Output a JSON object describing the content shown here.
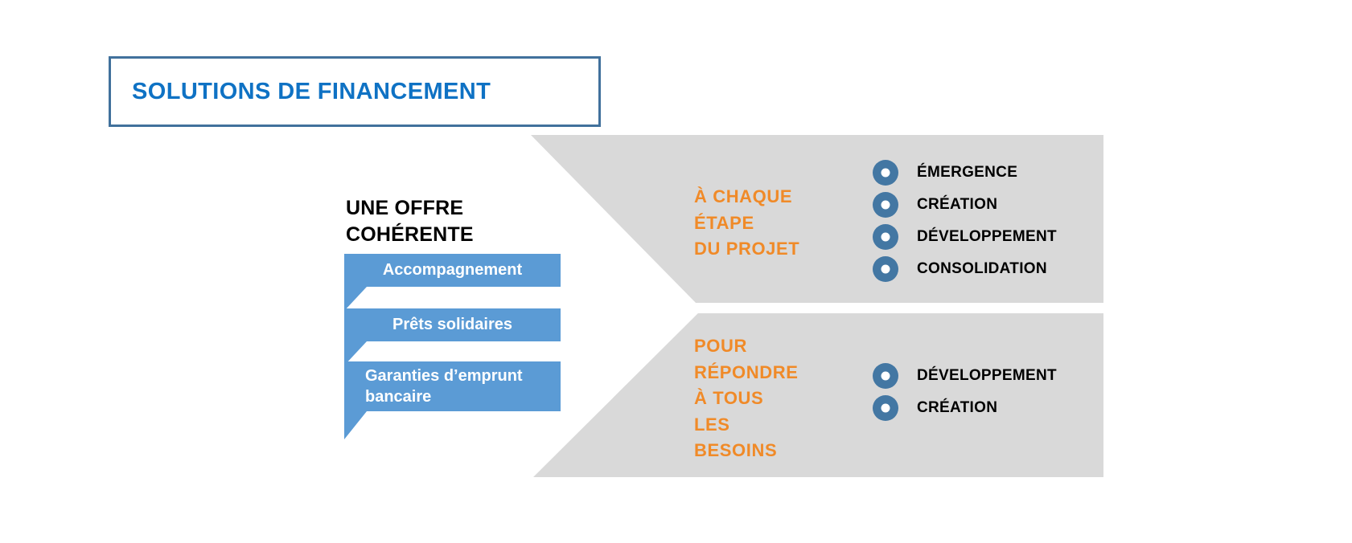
{
  "title_box": {
    "label": "SOLUTIONS DE FINANCEMENT"
  },
  "offer": {
    "heading_lines": [
      "UNE OFFRE",
      "COHÉRENTE"
    ],
    "ribbons": [
      {
        "label": "Accompagnement"
      },
      {
        "label": "Prêts solidaires"
      },
      {
        "label": "Garanties d’emprunt bancaire"
      }
    ]
  },
  "stage_panel": {
    "heading_lines": [
      "À CHAQUE",
      "ÉTAPE",
      "DU PROJET"
    ],
    "items": [
      "ÉMERGENCE",
      "CRÉATION",
      "DÉVELOPPEMENT",
      "CONSOLIDATION"
    ]
  },
  "needs_panel": {
    "heading_lines": [
      "POUR",
      "RÉPONDRE",
      "À TOUS",
      "LES",
      "BESOINS"
    ],
    "items": [
      "DÉVELOPPEMENT",
      "CRÉATION"
    ]
  },
  "colors": {
    "title_blue": "#0F72C4",
    "box_border_blue": "#41719C",
    "ribbon_blue": "#5B9BD5",
    "bullet_blue": "#4377A3",
    "panel_gray": "#D9D9D9",
    "accent_orange": "#F08A28"
  }
}
